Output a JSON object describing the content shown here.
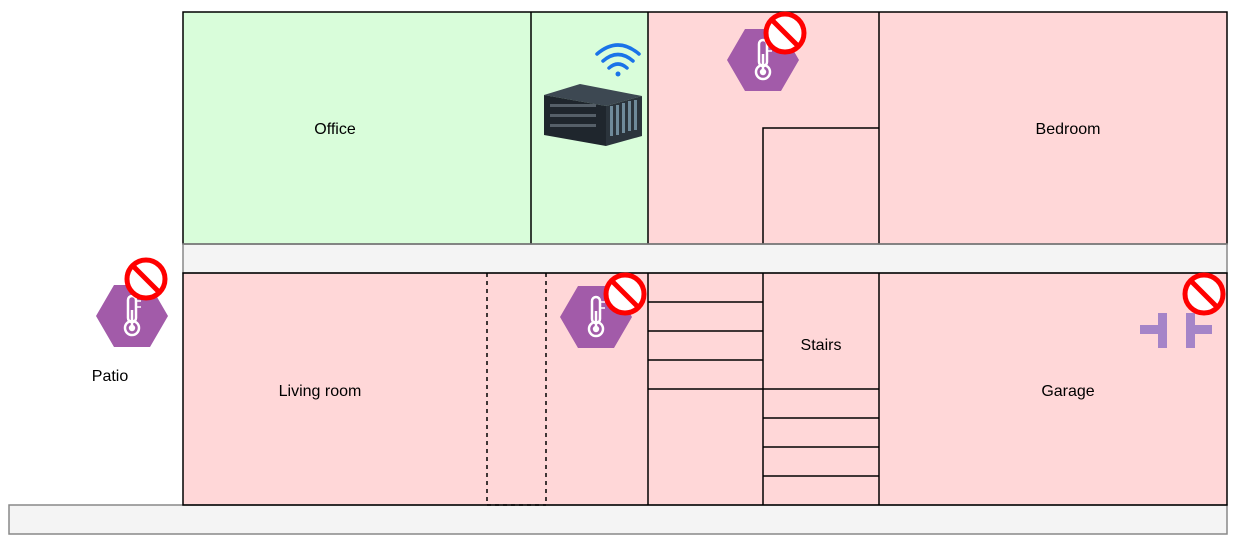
{
  "rooms": {
    "office": "Office",
    "bedroom": "Bedroom",
    "living_room": "Living room",
    "stairs": "Stairs",
    "garage": "Garage",
    "patio": "Patio"
  },
  "colors": {
    "green_room": "#d9fdda",
    "red_room": "#ffd7d8",
    "corridor": "#f4f4f4",
    "sensor_purple": "#a25ba9",
    "blocked_red": "#ff0000",
    "wifi_blue": "#1a73e8"
  },
  "icons": {
    "thermometer_sensor": "thermometer-hexagon-icon",
    "server": "server-icon",
    "wifi": "wifi-icon",
    "blocked": "no-entry-icon",
    "valve": "valve-icon"
  }
}
